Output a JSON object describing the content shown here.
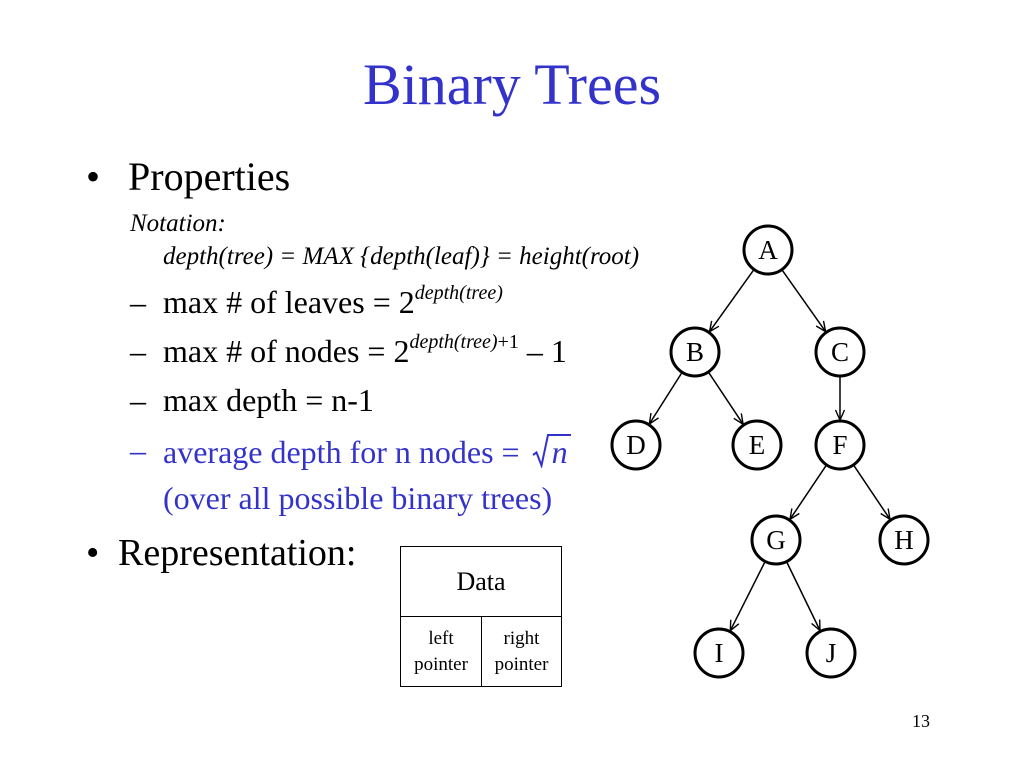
{
  "slide": {
    "title": "Binary Trees",
    "page_number": "13",
    "accent_color": "#3333CC",
    "text_color": "#000000"
  },
  "properties": {
    "bullet": "•",
    "heading": "Properties",
    "notation_label": "Notation:",
    "notation_formula": "depth(tree) = MAX {depth(leaf)} = height(root)",
    "max_leaves": {
      "marker": "–",
      "text": "max # of leaves = ",
      "base": "2",
      "exponent": "depth(tree)"
    },
    "max_nodes": {
      "marker": "–",
      "text": "max # of nodes = ",
      "base": "2",
      "exponent": "depth(tree)",
      "exponent_offset": "+1",
      "suffix": " – 1"
    },
    "max_depth": {
      "marker": "–",
      "text": "max depth = n-1"
    },
    "average_depth": {
      "marker": "–",
      "text": "average depth for n nodes = ",
      "radicand": "n",
      "note": "(over all possible binary trees)"
    }
  },
  "representation": {
    "bullet": "•",
    "heading": "Representation:",
    "node_layout": {
      "data_field": "Data",
      "left_field": [
        "left",
        "pointer"
      ],
      "right_field": [
        "right",
        "pointer"
      ]
    }
  },
  "tree": {
    "nodes": [
      "A",
      "B",
      "C",
      "D",
      "E",
      "F",
      "G",
      "H",
      "I",
      "J"
    ]
  }
}
